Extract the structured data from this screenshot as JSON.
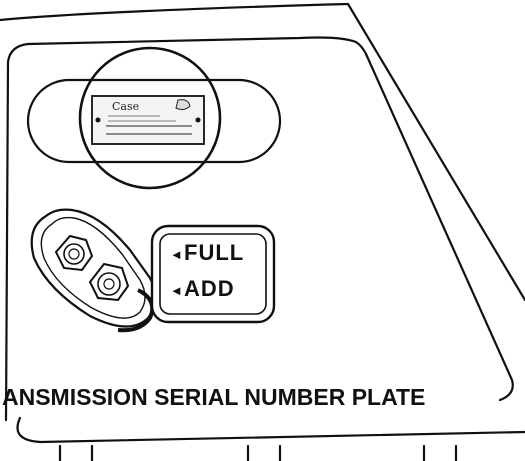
{
  "diagram": {
    "plate_brand": "Case",
    "gauge": {
      "full_label": "FULL",
      "add_label": "ADD",
      "arrow_glyph": "◄"
    },
    "caption": "ANSMISSION SERIAL NUMBER PLATE"
  },
  "colors": {
    "ink": "#111111",
    "paper": "#ffffff"
  }
}
